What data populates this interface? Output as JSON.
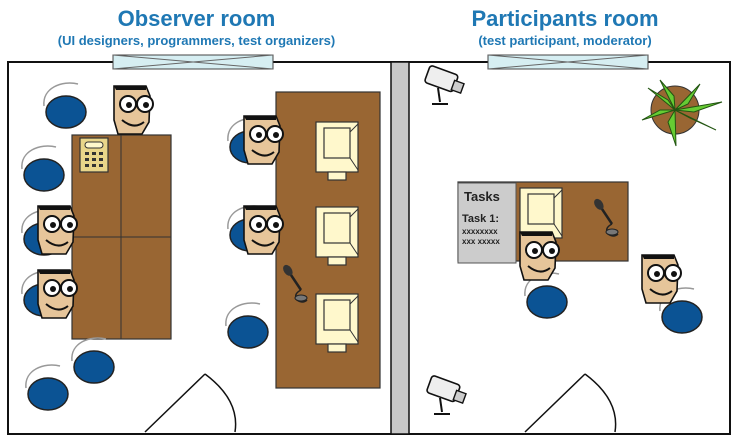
{
  "observer_room": {
    "title": "Observer room",
    "subtitle": "(UI designers, programmers, test organizers)"
  },
  "participants_room": {
    "title": "Participants room",
    "subtitle": "(test participant, moderator)"
  },
  "task_sheet": {
    "heading": "Tasks",
    "item": "Task 1:",
    "line1": "xxxxxxxx",
    "line2": "xxx xxxxx"
  },
  "colors": {
    "title_blue": "#1f78b4",
    "chair_blue": "#0b5394",
    "table_brown": "#996633",
    "skin": "#e6c59a",
    "window": "#d6eef2",
    "partition": "#c8c8c8"
  }
}
